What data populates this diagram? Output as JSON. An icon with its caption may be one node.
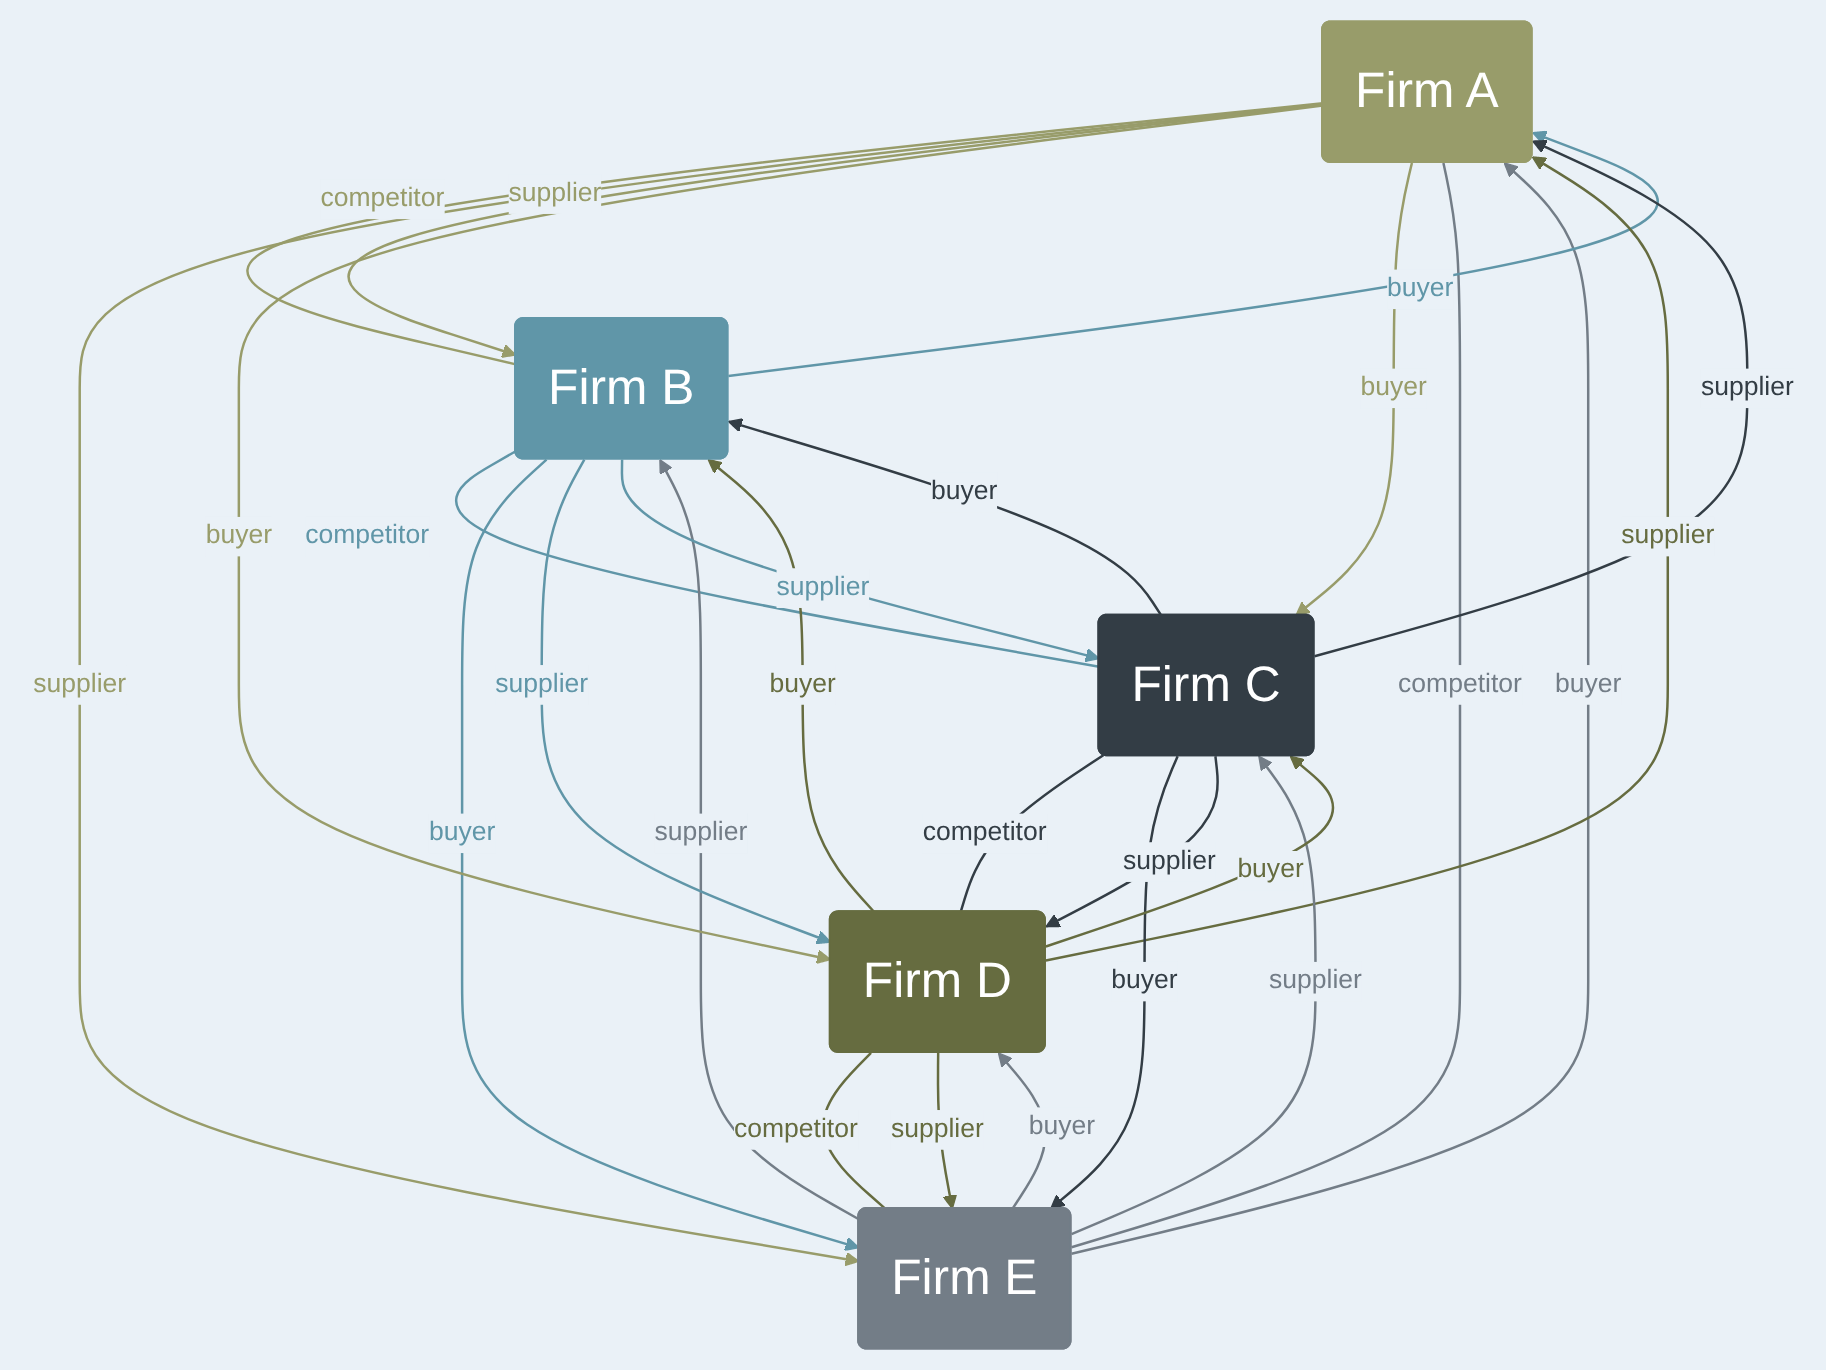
{
  "diagram": {
    "nodes": [
      {
        "text": [
          "Firm A"
        ]
      },
      {
        "text": [
          "Firm B"
        ]
      },
      {
        "text": [
          "Firm C"
        ]
      },
      {
        "text": [
          "Firm D"
        ]
      },
      {
        "text": [
          "Firm E"
        ]
      }
    ],
    "edges": [
      {
        "from": 0,
        "to": 1,
        "arrow": "none",
        "label": "competitor",
        "color": "#989c6a"
      },
      {
        "from": 1,
        "to": 2,
        "arrow": "none",
        "label": "competitor",
        "color": "#6096a8"
      },
      {
        "from": 2,
        "to": 3,
        "arrow": "none",
        "label": "competitor",
        "color": "#333d45"
      },
      {
        "from": 3,
        "to": 4,
        "arrow": "none",
        "label": "competitor",
        "color": "#666c40"
      },
      {
        "from": 4,
        "to": 0,
        "arrow": "none",
        "label": "competitor",
        "color": "#737d87"
      },
      {
        "from": 4,
        "to": 0,
        "arrow": "to",
        "label": "buyer",
        "color": "#737d87"
      },
      {
        "from": 0,
        "to": 4,
        "arrow": "to",
        "label": "supplier",
        "color": "#989c6a"
      },
      {
        "from": 1,
        "to": 0,
        "arrow": "to",
        "label": "buyer",
        "color": "#6096a8"
      },
      {
        "from": 0,
        "to": 1,
        "arrow": "to",
        "label": "supplier",
        "color": "#989c6a"
      },
      {
        "from": 4,
        "to": 1,
        "arrow": "to",
        "label": "supplier",
        "color": "#737d87"
      },
      {
        "from": 1,
        "to": 4,
        "arrow": "to",
        "label": "buyer",
        "color": "#6096a8"
      },
      {
        "from": 0,
        "to": 3,
        "arrow": "to",
        "label": "buyer",
        "color": "#989c6a"
      },
      {
        "from": 3,
        "to": 0,
        "arrow": "to",
        "label": "supplier",
        "color": "#666c40"
      },
      {
        "from": 0,
        "to": 2,
        "arrow": "to",
        "label": "buyer",
        "color": "#989c6a"
      },
      {
        "from": 2,
        "to": 0,
        "arrow": "to",
        "label": "supplier",
        "color": "#333d45"
      },
      {
        "from": 2,
        "to": 4,
        "arrow": "to",
        "label": "buyer",
        "color": "#333d45"
      },
      {
        "from": 3,
        "to": 1,
        "arrow": "to",
        "label": "buyer",
        "color": "#666c40"
      },
      {
        "from": 1,
        "to": 3,
        "arrow": "to",
        "label": "supplier",
        "color": "#6096a8"
      },
      {
        "from": 4,
        "to": 2,
        "arrow": "to",
        "label": "supplier",
        "color": "#737d87"
      },
      {
        "from": 4,
        "to": 3,
        "arrow": "to",
        "label": "buyer",
        "color": "#737d87"
      },
      {
        "from": 3,
        "to": 4,
        "arrow": "to",
        "label": "supplier",
        "color": "#666c40"
      },
      {
        "from": 2,
        "to": 1,
        "arrow": "to",
        "label": "buyer",
        "color": "#333d45"
      },
      {
        "from": 1,
        "to": 2,
        "arrow": "to",
        "label": "supplier",
        "color": "#6096a8"
      },
      {
        "from": 2,
        "to": 3,
        "arrow": "to",
        "label": "supplier",
        "color": "#333d45"
      },
      {
        "from": 3,
        "to": 2,
        "arrow": "to",
        "label": "buyer",
        "color": "#666c40"
      }
    ]
  }
}
